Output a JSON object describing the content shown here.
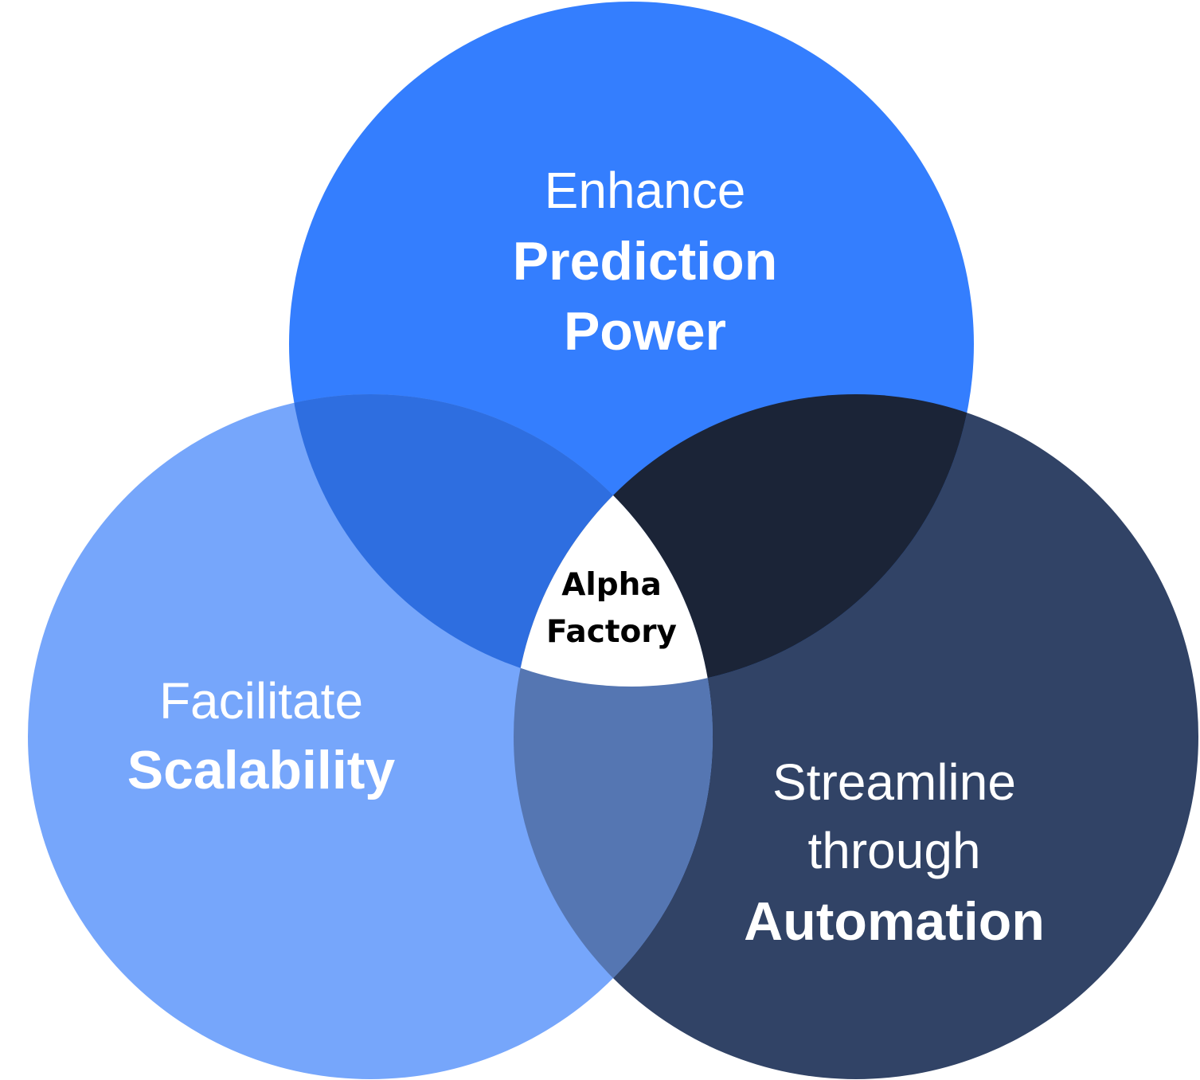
{
  "diagram": {
    "type": "venn-3",
    "colors": {
      "top": "#347EFE",
      "left": "#76A6FB",
      "right": "#314366",
      "top_left_overlap": "#2E6EE0",
      "top_right_overlap": "#1B2437",
      "left_right_overlap": "#5576B2",
      "center": "#FFFFFF"
    },
    "top_circle": {
      "line1": "Enhance",
      "line2": "Prediction",
      "line3": "Power"
    },
    "left_circle": {
      "line1": "Facilitate",
      "line2": "Scalability"
    },
    "right_circle": {
      "line1": "Streamline",
      "line2": "through",
      "line3": "Automation"
    },
    "center": {
      "line1": "Alpha",
      "line2": "Factory"
    }
  }
}
